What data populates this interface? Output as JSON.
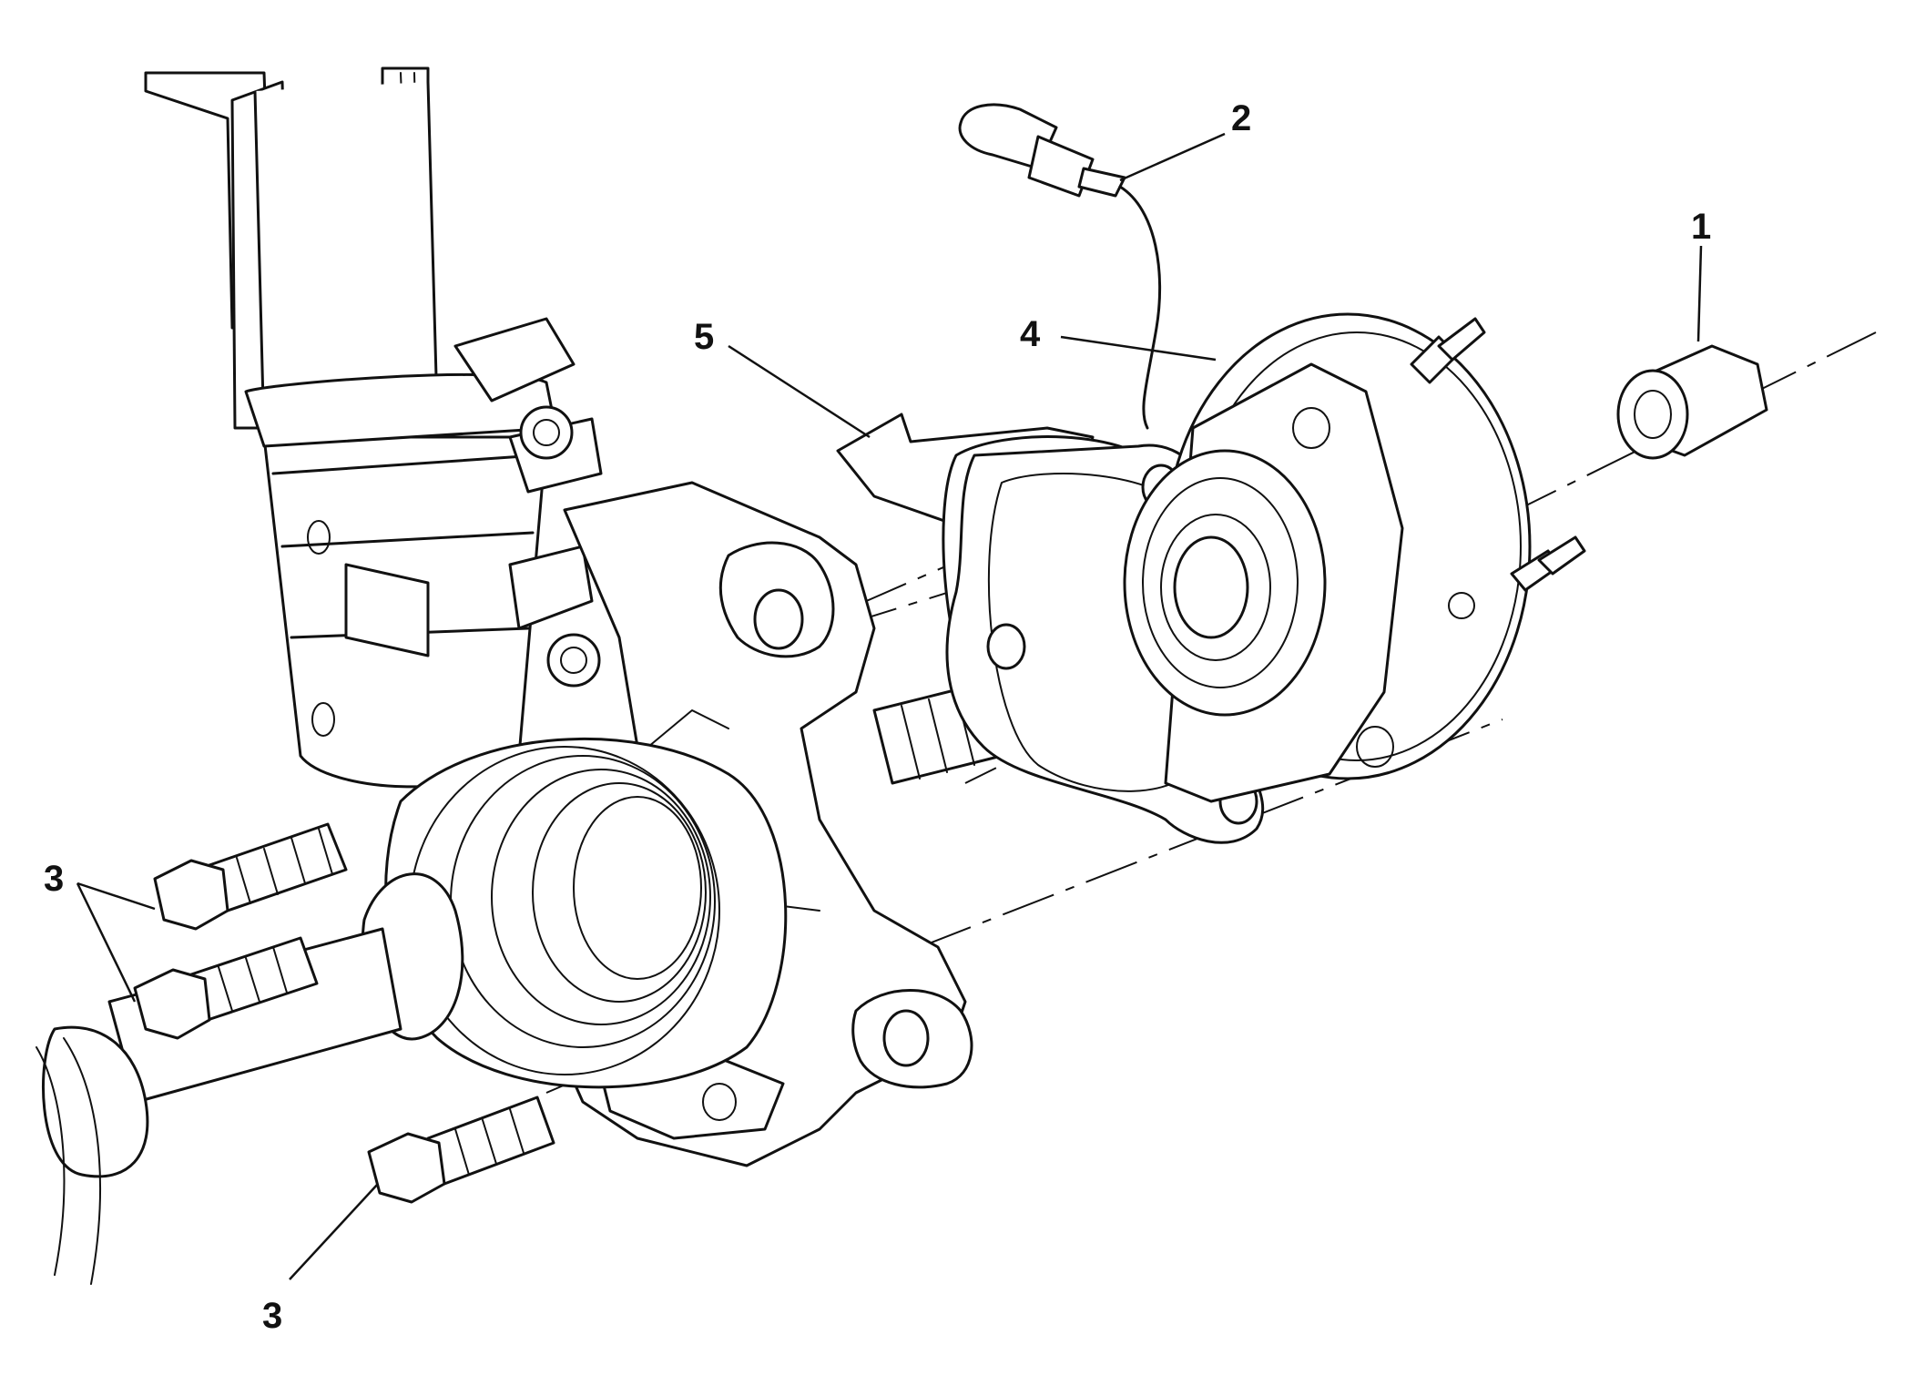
{
  "callouts": [
    {
      "id": "nut",
      "label": "1"
    },
    {
      "id": "wheel-speed-sensor-connector",
      "label": "2"
    },
    {
      "id": "hub-bolt-upper-left",
      "label": "3"
    },
    {
      "id": "hub-bolt-lower-left",
      "label": "3"
    },
    {
      "id": "hub-bolt-bottom",
      "label": "3"
    },
    {
      "id": "wheel-hub-bearing",
      "label": "4"
    },
    {
      "id": "backing-plate-shield",
      "label": "5"
    }
  ],
  "colors": {
    "line": "#111111",
    "background": "#ffffff"
  }
}
